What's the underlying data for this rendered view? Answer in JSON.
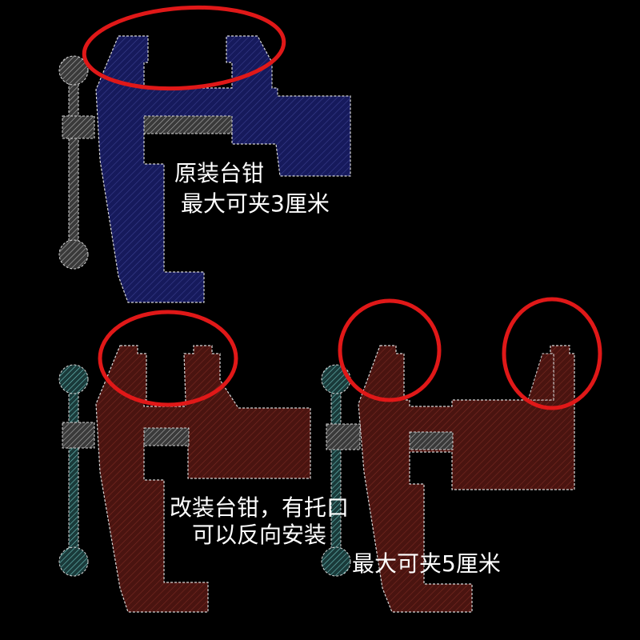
{
  "labels": {
    "original_line1": "原装台钳",
    "original_line2": "最大可夹3厘米",
    "modified_line1": "改装台钳，有托口",
    "modified_line2": "可以反向安装",
    "modified_capacity": "最大可夹5厘米"
  },
  "colors": {
    "background": "#000000",
    "original_body": "#161a5c",
    "modified_body": "#4a1410",
    "outline": "#d8d8d8",
    "screw_gray": "#8c8c8c",
    "screw_teal": "#5fb3b0",
    "highlight_circle": "#e01818"
  },
  "icons": [
    "vise-original",
    "vise-modified",
    "vise-modified-reversed",
    "screw-handle"
  ]
}
